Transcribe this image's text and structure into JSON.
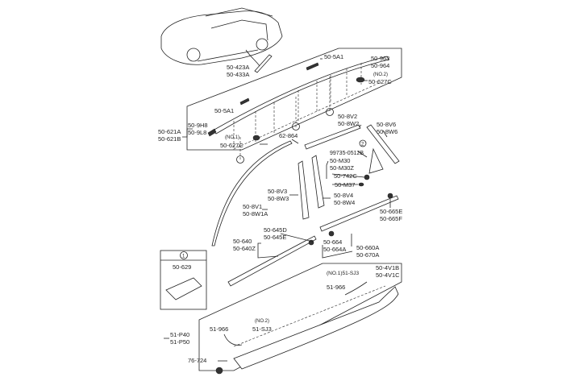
{
  "labels": {
    "p_5a1_top": "50-5A1",
    "p_963": "50-963",
    "p_964": "50-964",
    "no2_a": "(NO.2)",
    "p_627c_top": "50-627C",
    "p_423a": "50-423A",
    "p_433a": "50-433A",
    "p_5a1_left": "50-5A1",
    "p_9h8": "50-9H8",
    "p_9l8": "50-9L8",
    "p_621a": "50-621A",
    "p_621b": "50-621B",
    "no1_a": "(NO.1)",
    "p_627c_left": "50-627C",
    "p_62_864": "62-864",
    "p_8v2": "50-8V2",
    "p_8w2": "50-8W2",
    "p_8v6": "50-8V6",
    "p_8w6": "50-8W6",
    "circ2": "2",
    "p_99735": "99735-0512B",
    "p_m30": "50-M30",
    "p_m30z": "50-M30Z",
    "p_742c": "50-742C",
    "p_m37": "50-M37",
    "p_8v3": "50-8V3",
    "p_8w3": "50-8W3",
    "p_8v4": "50-8V4",
    "p_8w4": "50-8W4",
    "p_8v1": "50-8V1",
    "p_8w1a": "50-8W1A",
    "p_665e": "50-665E",
    "p_665f": "50-665F",
    "p_645d": "50-645D",
    "p_645e": "50-645E",
    "p_640": "50-640",
    "p_640z": "50-640Z",
    "p_664": "50-664",
    "p_664a": "50-664A",
    "p_660a": "50-660A",
    "p_670a": "50-670A",
    "p_629": "50-629",
    "circ1": "1",
    "p_sj3_no1": "(NO.1)51-SJ3",
    "p_4v1b": "50-4V1B",
    "p_4v1c": "50-4V1C",
    "p_966_a": "51-966",
    "no2_b": "(NO.2)",
    "p_sj3_b": "51-SJ3",
    "p_966_b": "51-966",
    "p_p40": "51-P40",
    "p_p50": "51-P50",
    "p_76_724": "76-724"
  }
}
